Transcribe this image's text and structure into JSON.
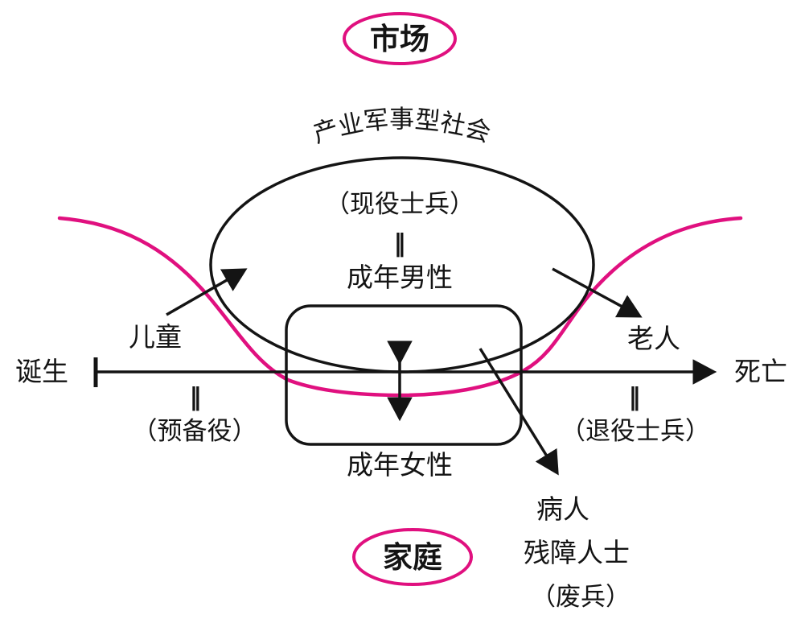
{
  "palette": {
    "accent": "#e0107f",
    "ink": "#141414"
  },
  "top_bubble": {
    "label": "市场"
  },
  "bottom_bubble": {
    "label": "家庭"
  },
  "society": {
    "arc_label": "产业军事型社会",
    "active_soldiers": "（现役士兵）",
    "equiv_symbol": "‖",
    "adult_men": "成年男性"
  },
  "women_box": {
    "label": "成年女性"
  },
  "lifeline": {
    "birth": "诞生",
    "death": "死亡"
  },
  "left_group": {
    "children": "儿童",
    "equiv_symbol": "‖",
    "reserve": "（预备役）"
  },
  "right_group": {
    "elderly": "老人",
    "equiv_symbol": "‖",
    "retired": "（退役士兵）"
  },
  "casualty_group": {
    "sick": "病人",
    "disabled": "残障人士",
    "crippled_soldiers": "（废兵）"
  }
}
